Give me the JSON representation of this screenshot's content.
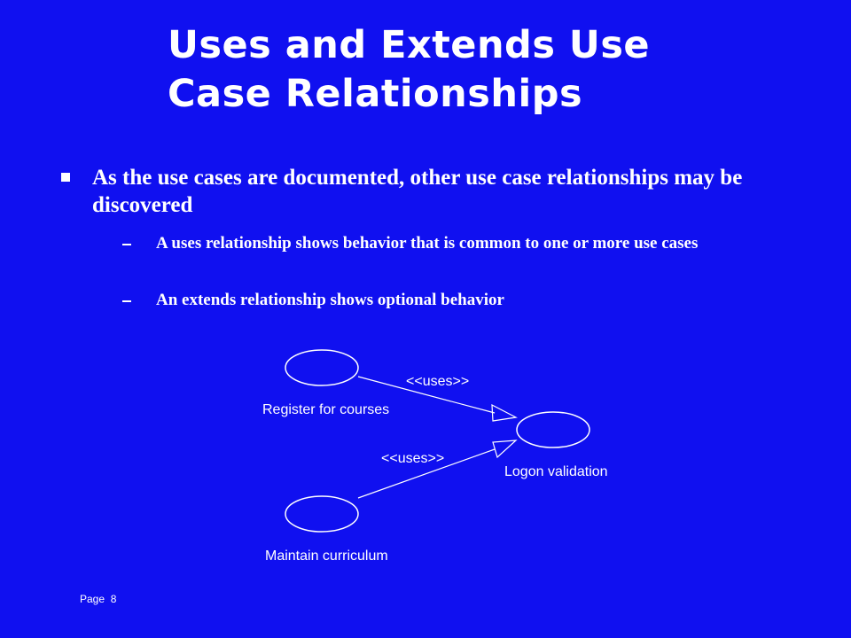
{
  "slide": {
    "title_line1": "Uses and Extends Use",
    "title_line2": "Case Relationships",
    "bullets": [
      {
        "text": "As the use cases are documented, other use case relationships may be discovered",
        "sub_items": [
          "A uses relationship shows behavior that is common to one or more use cases",
          "An extends relationship shows optional behavior"
        ]
      }
    ],
    "page_label": "Page",
    "page_number": "8"
  },
  "diagram": {
    "use_cases": [
      {
        "name": "Register for courses"
      },
      {
        "name": "Logon validation"
      },
      {
        "name": "Maintain curriculum"
      }
    ],
    "relationships": [
      {
        "from": "Register for courses",
        "to": "Logon validation",
        "label": "<<uses>>"
      },
      {
        "from": "Maintain curriculum",
        "to": "Logon validation",
        "label": "<<uses>>"
      }
    ]
  },
  "colors": {
    "background": "#1010f0",
    "foreground": "#ffffff"
  }
}
